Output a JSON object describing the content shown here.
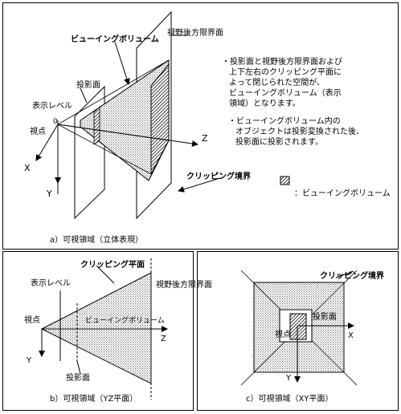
{
  "top": {
    "labels": {
      "view_volume": "ビューイングボリューム",
      "rear_plane": "視野後方限界面",
      "projection": "投影面",
      "display_level": "表示レベル",
      "viewpoint": "視点",
      "origin": "0",
      "axis_x": "X",
      "axis_y": "Y",
      "axis_z": "Z",
      "clip_boundary": "クリッピング境界",
      "legend": "：ビューイングボリューム",
      "caption": "a）可視領域（立体表現）"
    },
    "notes": [
      "・投影面と視野後方限界面および",
      "上下左右のクリッピング平面に",
      "よって閉じられた空間が、",
      "ビューイングボリューム（表示",
      "領域）となります。"
    ],
    "notes2": [
      "・ビューイングボリューム内の",
      "オブジェクトは投影変換された後、",
      "投影面に投影されます。"
    ]
  },
  "bl": {
    "labels": {
      "clip_plane": "クリッピング平面",
      "display_level": "表示レベル",
      "viewpoint": "視点",
      "rear_plane": "視野後方限界面",
      "view_volume": "ビューイングボリューム",
      "axis_z": "Z",
      "axis_y": "Y",
      "projection": "投影面",
      "caption": "b）可視領域（YZ平面）"
    }
  },
  "br": {
    "labels": {
      "clip_boundary": "クリッピング境界",
      "viewpoint": "視点",
      "projection": "投影面",
      "axis_x": "X",
      "axis_y": "Y",
      "caption": "c）可視領域（XY平面）"
    }
  },
  "colors": {
    "stroke": "#000000",
    "dot": "#8a8a8a",
    "hatch": "#222222"
  }
}
